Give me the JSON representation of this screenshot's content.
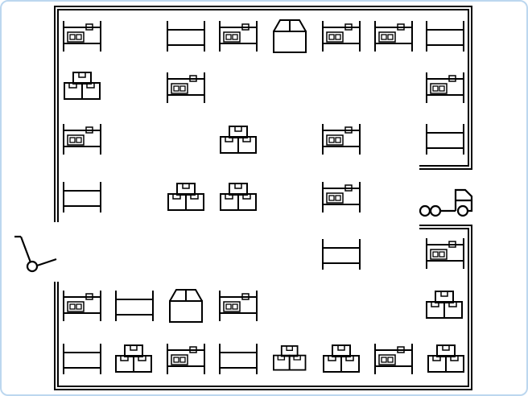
{
  "scene": {
    "kind": "warehouse",
    "grid": {
      "rows": 7,
      "cols": 8
    },
    "colors": {
      "background": "#ffffff",
      "ink": "#000000",
      "frame": "#bcd7ef"
    },
    "cells": [
      {
        "row": 0,
        "col": 0,
        "item": "shelf-with-boxes"
      },
      {
        "row": 0,
        "col": 2,
        "item": "empty-shelf"
      },
      {
        "row": 0,
        "col": 3,
        "item": "shelf-with-boxes"
      },
      {
        "row": 0,
        "col": 4,
        "item": "closed-crate"
      },
      {
        "row": 0,
        "col": 5,
        "item": "shelf-with-boxes"
      },
      {
        "row": 0,
        "col": 6,
        "item": "shelf-with-boxes"
      },
      {
        "row": 0,
        "col": 7,
        "item": "empty-shelf"
      },
      {
        "row": 1,
        "col": 0,
        "item": "stacked-boxes"
      },
      {
        "row": 1,
        "col": 2,
        "item": "shelf-with-boxes"
      },
      {
        "row": 1,
        "col": 7,
        "item": "shelf-with-boxes"
      },
      {
        "row": 2,
        "col": 0,
        "item": "shelf-with-boxes"
      },
      {
        "row": 2,
        "col": 3,
        "item": "stacked-boxes"
      },
      {
        "row": 2,
        "col": 5,
        "item": "shelf-with-boxes"
      },
      {
        "row": 2,
        "col": 7,
        "item": "empty-shelf"
      },
      {
        "row": 3,
        "col": 0,
        "item": "empty-shelf"
      },
      {
        "row": 3,
        "col": 2,
        "item": "stacked-boxes"
      },
      {
        "row": 3,
        "col": 3,
        "item": "stacked-boxes"
      },
      {
        "row": 3,
        "col": 5,
        "item": "shelf-with-boxes"
      },
      {
        "row": 3,
        "col": 7,
        "item": "truck"
      },
      {
        "row": 4,
        "col": 5,
        "item": "empty-shelf"
      },
      {
        "row": 4,
        "col": 7,
        "item": "shelf-with-boxes"
      },
      {
        "row": 5,
        "col": 0,
        "item": "shelf-with-boxes"
      },
      {
        "row": 5,
        "col": 1,
        "item": "empty-shelf"
      },
      {
        "row": 5,
        "col": 2,
        "item": "closed-crate"
      },
      {
        "row": 5,
        "col": 3,
        "item": "shelf-with-boxes"
      },
      {
        "row": 5,
        "col": 7,
        "item": "stacked-boxes"
      },
      {
        "row": 6,
        "col": 0,
        "item": "empty-shelf"
      },
      {
        "row": 6,
        "col": 1,
        "item": "stacked-boxes"
      },
      {
        "row": 6,
        "col": 2,
        "item": "shelf-with-boxes"
      },
      {
        "row": 6,
        "col": 3,
        "item": "empty-shelf"
      },
      {
        "row": 6,
        "col": 4,
        "item": "stacked-boxes"
      },
      {
        "row": 6,
        "col": 5,
        "item": "stacked-boxes"
      },
      {
        "row": 6,
        "col": 6,
        "item": "shelf-with-boxes"
      },
      {
        "row": 6,
        "col": 7,
        "item": "stacked-boxes"
      }
    ],
    "player": {
      "item": "hand-trolley",
      "position": "left-door"
    },
    "exits": [
      "left-door",
      "right-loading-dock"
    ]
  }
}
